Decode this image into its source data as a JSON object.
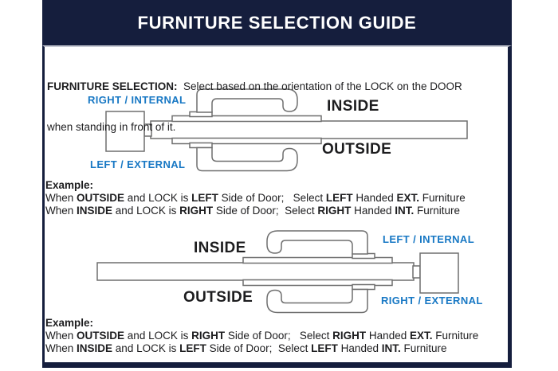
{
  "colors": {
    "navy": "#151e3d",
    "label_blue": "#1878c4",
    "diagram_stroke": "#6f6f6f"
  },
  "header": {
    "title": "FURNITURE SELECTION GUIDE"
  },
  "intro": {
    "lines": [
      [
        {
          "t": "FURNITURE SELECTION:",
          "b": true
        },
        {
          "t": "  Select based on the orientation of the LOCK on the DOOR",
          "b": false
        }
      ],
      [
        {
          "t": "when standing in front of it.",
          "b": false
        }
      ]
    ]
  },
  "diagrams": {
    "top": {
      "internal_label": "RIGHT / INTERNAL",
      "external_label": "LEFT / EXTERNAL",
      "inside_label": "INSIDE",
      "outside_label": "OUTSIDE"
    },
    "bottom": {
      "internal_label": "LEFT / INTERNAL",
      "external_label": "RIGHT / EXTERNAL",
      "inside_label": "INSIDE",
      "outside_label": "OUTSIDE"
    }
  },
  "examples": {
    "top": {
      "heading": "Example:",
      "lines": [
        [
          {
            "t": "When ",
            "b": false
          },
          {
            "t": "OUTSIDE",
            "b": true
          },
          {
            "t": " and LOCK is ",
            "b": false
          },
          {
            "t": "LEFT",
            "b": true
          },
          {
            "t": " Side of Door;   Select ",
            "b": false
          },
          {
            "t": "LEFT",
            "b": true
          },
          {
            "t": " Handed ",
            "b": false
          },
          {
            "t": "EXT.",
            "b": true
          },
          {
            "t": " Furniture",
            "b": false
          }
        ],
        [
          {
            "t": "When ",
            "b": false
          },
          {
            "t": "INSIDE",
            "b": true
          },
          {
            "t": " and LOCK is ",
            "b": false
          },
          {
            "t": "RIGHT",
            "b": true
          },
          {
            "t": " Side of Door;  Select ",
            "b": false
          },
          {
            "t": "RIGHT",
            "b": true
          },
          {
            "t": " Handed ",
            "b": false
          },
          {
            "t": "INT.",
            "b": true
          },
          {
            "t": " Furniture",
            "b": false
          }
        ]
      ]
    },
    "bottom": {
      "heading": "Example:",
      "lines": [
        [
          {
            "t": "When ",
            "b": false
          },
          {
            "t": "OUTSIDE",
            "b": true
          },
          {
            "t": " and LOCK is ",
            "b": false
          },
          {
            "t": "RIGHT",
            "b": true
          },
          {
            "t": " Side of Door;   Select ",
            "b": false
          },
          {
            "t": "RIGHT",
            "b": true
          },
          {
            "t": " Handed ",
            "b": false
          },
          {
            "t": "EXT.",
            "b": true
          },
          {
            "t": " Furniture",
            "b": false
          }
        ],
        [
          {
            "t": "When ",
            "b": false
          },
          {
            "t": "INSIDE",
            "b": true
          },
          {
            "t": " and LOCK is ",
            "b": false
          },
          {
            "t": "LEFT",
            "b": true
          },
          {
            "t": " Side of Door;  Select ",
            "b": false
          },
          {
            "t": "LEFT",
            "b": true
          },
          {
            "t": " Handed ",
            "b": false
          },
          {
            "t": "INT.",
            "b": true
          },
          {
            "t": " Furniture",
            "b": false
          }
        ]
      ]
    }
  }
}
